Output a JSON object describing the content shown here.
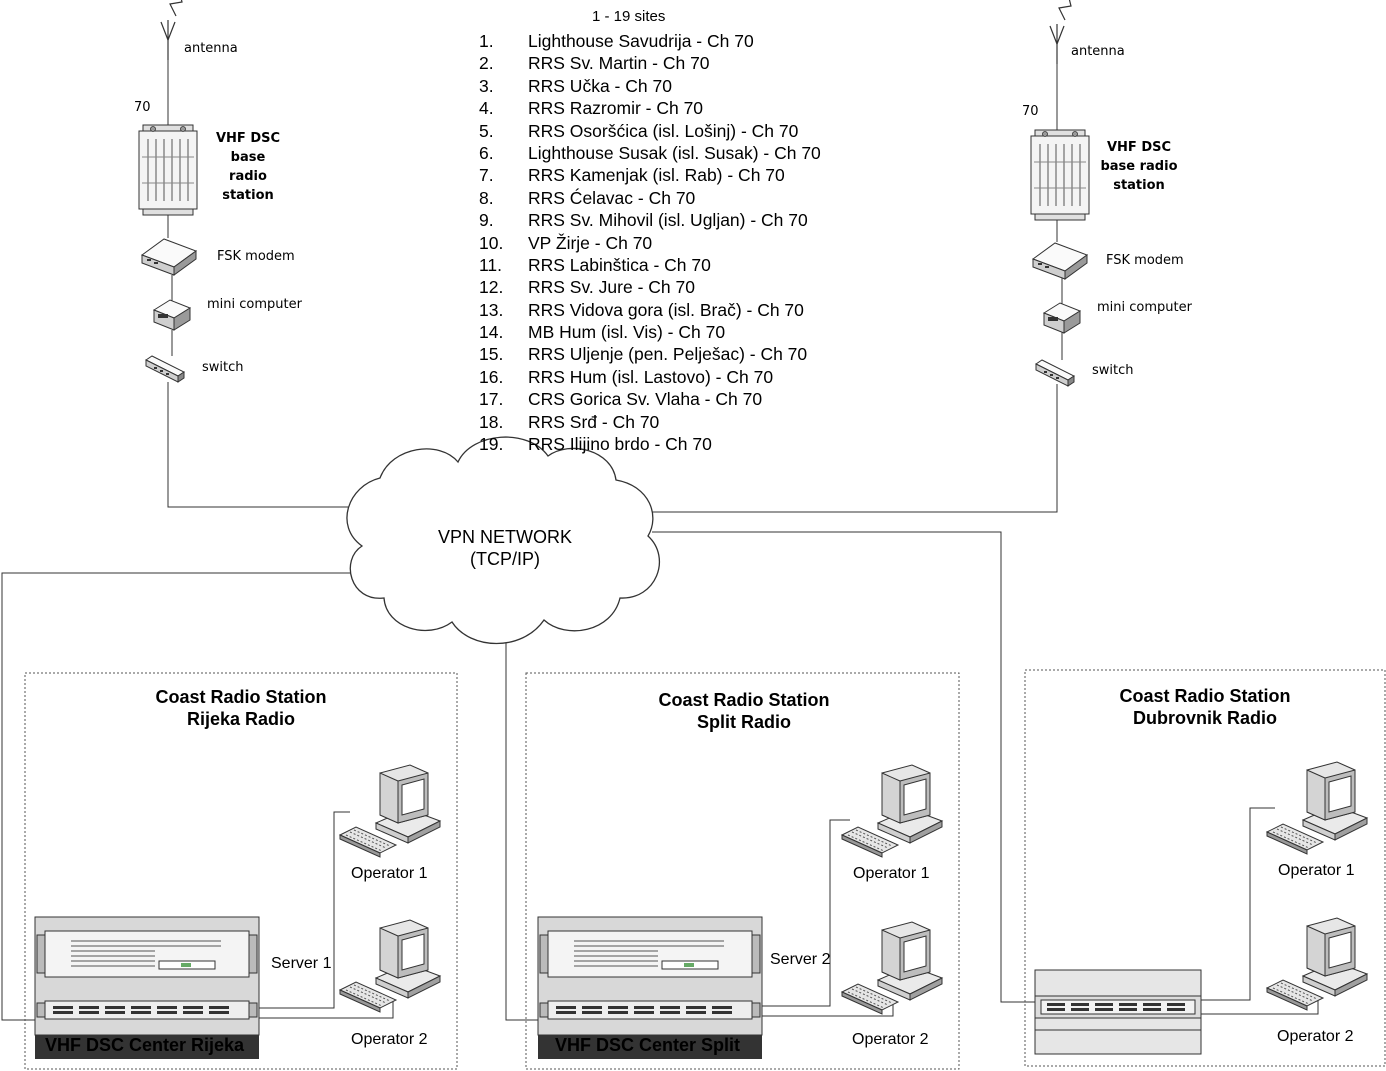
{
  "sites_header": "1 - 19 sites",
  "sites": [
    {
      "num": "1.",
      "name": "Lighthouse Savudrija - Ch 70"
    },
    {
      "num": "2.",
      "name": "RRS Sv. Martin - Ch 70"
    },
    {
      "num": "3.",
      "name": "RRS Učka - Ch 70"
    },
    {
      "num": "4.",
      "name": "RRS Razromir -  Ch 70"
    },
    {
      "num": "5.",
      "name": "RRS Osoršćica (isl. Lošinj) - Ch 70"
    },
    {
      "num": "6.",
      "name": "Lighthouse Susak (isl. Susak) - Ch 70"
    },
    {
      "num": "7.",
      "name": "RRS Kamenjak (isl. Rab) - Ch 70"
    },
    {
      "num": "8.",
      "name": "RRS Ćelavac - Ch 70"
    },
    {
      "num": "9.",
      "name": "RRS Sv. Mihovil (isl. Ugljan) - Ch 70"
    },
    {
      "num": "10.",
      "name": "VP Žirje - Ch 70"
    },
    {
      "num": "11.",
      "name": "RRS Labinštica - Ch 70"
    },
    {
      "num": "12.",
      "name": "RRS Sv. Jure - Ch 70"
    },
    {
      "num": "13.",
      "name": "RRS Vidova gora (isl. Brač) - Ch 70"
    },
    {
      "num": "14.",
      "name": "MB Hum (isl. Vis) - Ch 70"
    },
    {
      "num": "15.",
      "name": "RRS Uljenje (pen. Pelješac) - Ch 70"
    },
    {
      "num": "16.",
      "name": "RRS Hum (isl. Lastovo) - Ch 70"
    },
    {
      "num": "17.",
      "name": "CRS Gorica Sv. Vlaha - Ch 70"
    },
    {
      "num": "18.",
      "name": "RRS Srđ - Ch 70"
    },
    {
      "num": "19.",
      "name": "RRS Ilijino brdo - Ch 70"
    }
  ],
  "left_site": {
    "antenna": "antenna",
    "channel": "70",
    "radio_label": [
      "VHF DSC",
      "base",
      "radio",
      "station"
    ],
    "modem": "FSK modem",
    "computer": "mini computer",
    "switch": "switch"
  },
  "right_site": {
    "antenna": "antenna",
    "channel": "70",
    "radio_label": [
      "VHF DSC",
      "base radio",
      "station"
    ],
    "modem": "FSK modem",
    "computer": "mini computer",
    "switch": "switch"
  },
  "network": {
    "line1": "VPN NETWORK",
    "line2": "(TCP/IP)"
  },
  "stations": [
    {
      "title1": "Coast Radio Station",
      "title2": "Rijeka Radio",
      "operator1": "Operator 1",
      "operator2": "Operator 2",
      "server": "Server 1",
      "center": "VHF DSC Center Rijeka"
    },
    {
      "title1": "Coast Radio Station",
      "title2": "Split Radio",
      "operator1": "Operator 1",
      "operator2": "Operator 2",
      "server": "Server 2",
      "center": "VHF DSC Center Split"
    },
    {
      "title1": "Coast Radio Station",
      "title2": "Dubrovnik Radio",
      "operator1": "Operator 1",
      "operator2": "Operator 2"
    }
  ]
}
